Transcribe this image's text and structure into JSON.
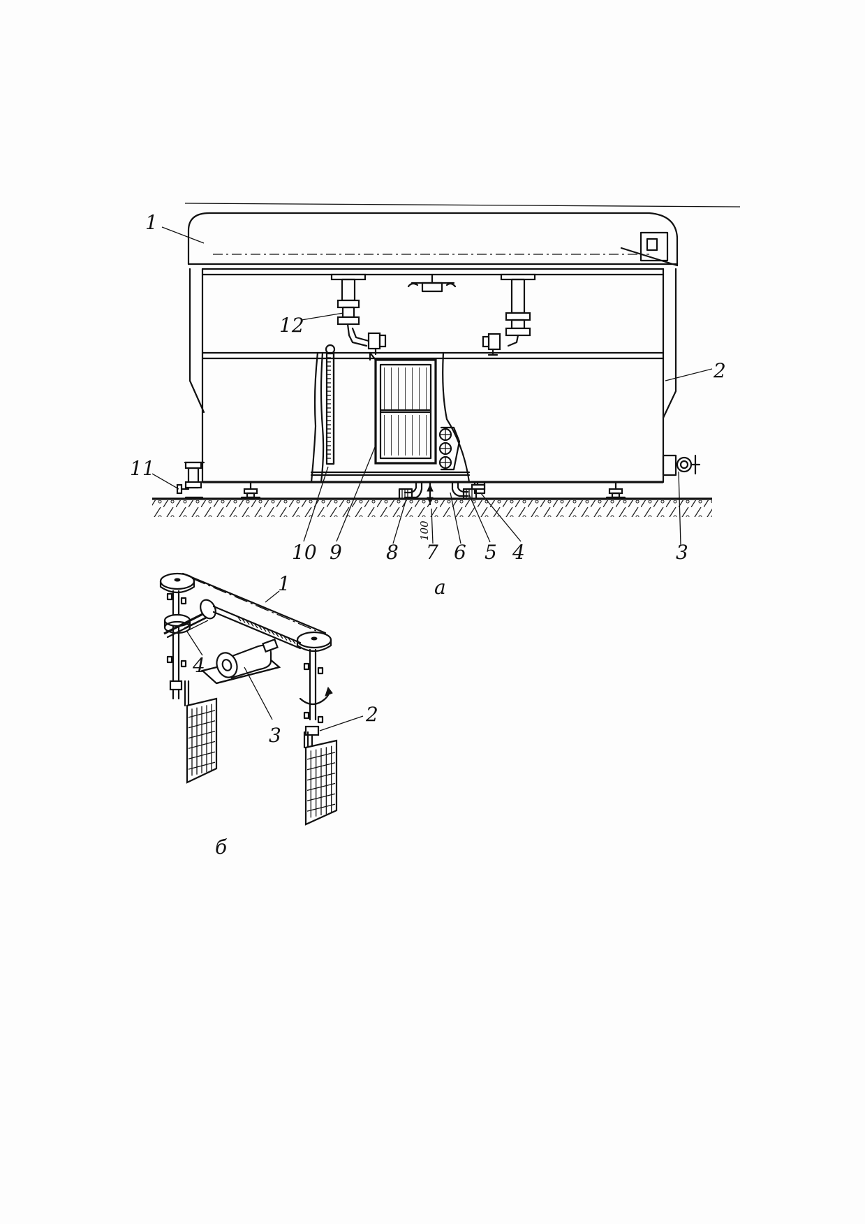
{
  "view_a": {
    "caption": "а",
    "labels": {
      "l1": "1",
      "l2": "2",
      "l3": "3",
      "l4": "4",
      "l5": "5",
      "l6": "6",
      "l7": "7",
      "l8": "8",
      "l9": "9",
      "l10": "10",
      "l11": "11",
      "l12": "12"
    },
    "dimension": "100"
  },
  "view_b": {
    "caption": "б",
    "labels": {
      "l1": "1",
      "l2": "2",
      "l3": "3",
      "l4": "4"
    }
  }
}
